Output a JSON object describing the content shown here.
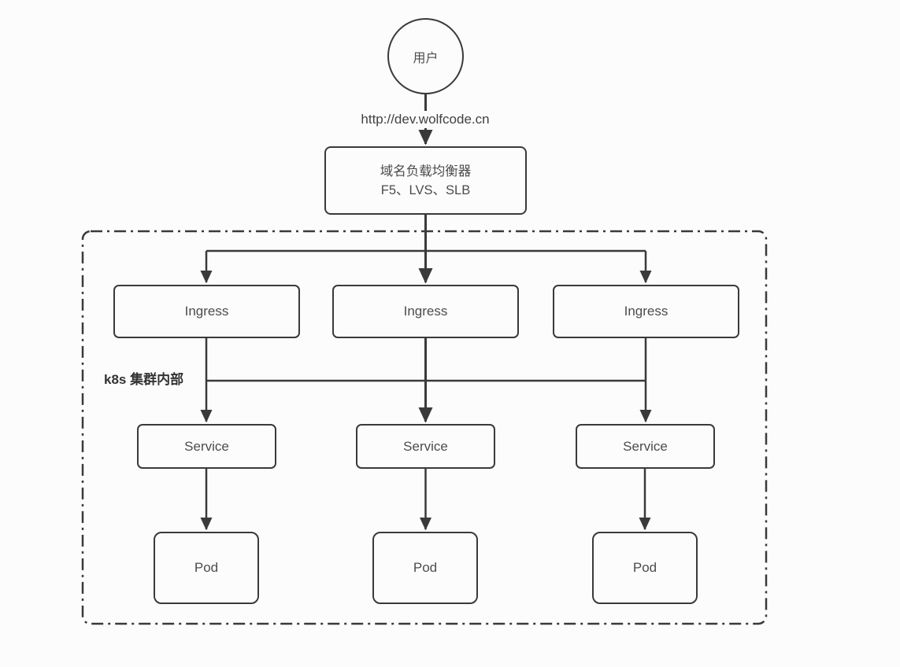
{
  "colors": {
    "stroke": "#3a3a3a",
    "text": "#4c4c4c",
    "background": "#fcfcfc"
  },
  "diagram": {
    "user": {
      "label": "用户"
    },
    "request_url": "http://dev.wolfcode.cn",
    "load_balancer": {
      "line1": "域名负载均衡器",
      "line2": "F5、LVS、SLB"
    },
    "cluster": {
      "label": "k8s 集群内部",
      "ingress": [
        "Ingress",
        "Ingress",
        "Ingress"
      ],
      "services": [
        "Service",
        "Service",
        "Service"
      ],
      "pods": [
        "Pod",
        "Pod",
        "Pod"
      ]
    }
  }
}
